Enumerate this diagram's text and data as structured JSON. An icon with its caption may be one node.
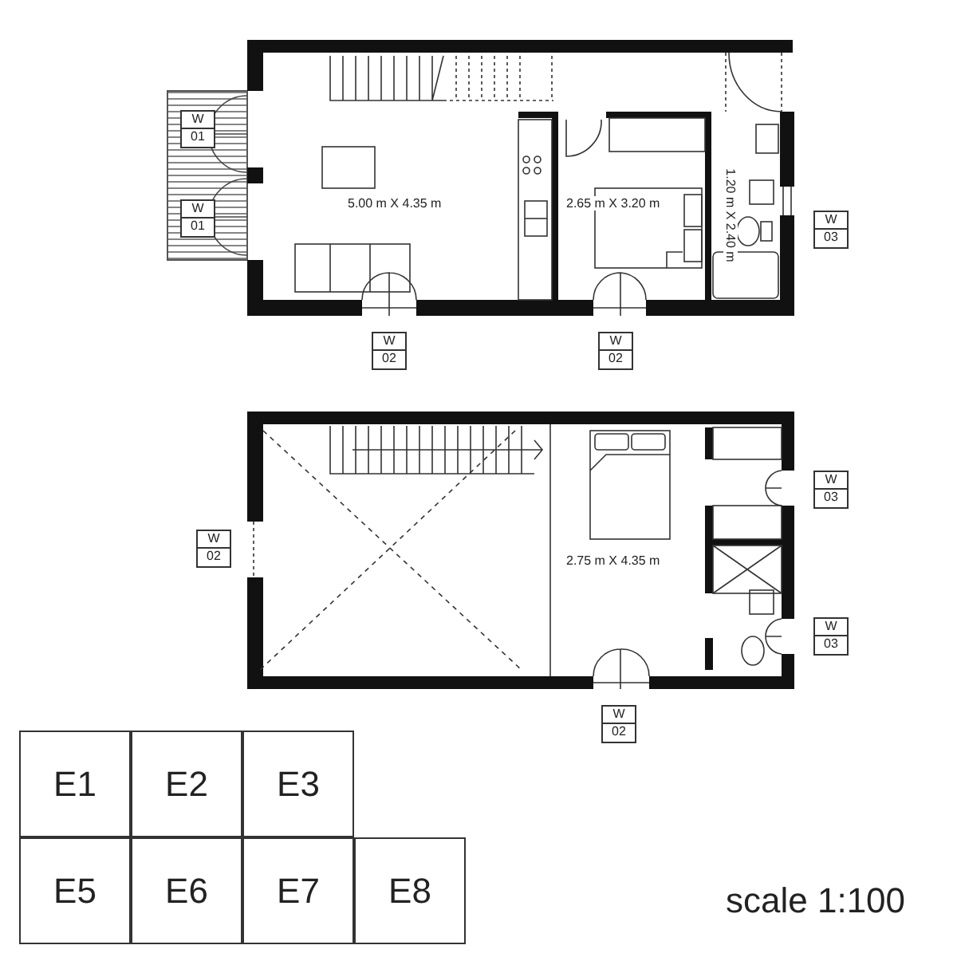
{
  "diagram": {
    "nodes": [
      {
        "text": [
          "W",
          "01"
        ]
      },
      {
        "text": [
          "W",
          "03"
        ]
      },
      {
        "text": [
          "W",
          "01"
        ]
      },
      {
        "text": [
          "W",
          "02"
        ]
      },
      {
        "text": [
          "W",
          "02"
        ]
      },
      {
        "text": [
          "W",
          "03"
        ]
      },
      {
        "text": [
          "W",
          "02"
        ]
      },
      {
        "text": [
          "W",
          "03"
        ]
      },
      {
        "text": [
          "W",
          "02"
        ]
      }
    ],
    "labels": [
      "5.00 m X 4.35 m",
      "2.65 m X 3.20 m",
      "1.20 m X 2.40 m",
      "2.75 m X 4.35 m",
      "E1",
      "E2",
      "E3",
      "E5",
      "E6",
      "E7",
      "E8",
      "scale 1:100"
    ]
  }
}
